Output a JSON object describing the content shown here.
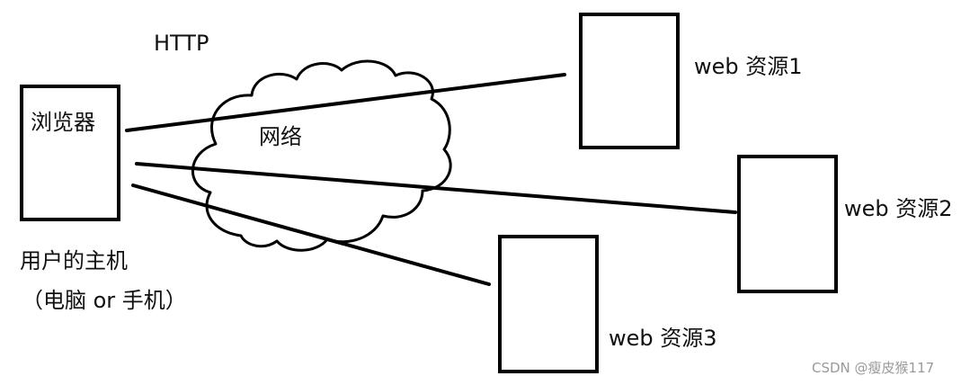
{
  "labels": {
    "protocol": "HTTP",
    "browser": "浏览器",
    "network": "网络",
    "host_line1": "用户的主机",
    "host_line2": "（电脑 or 手机）",
    "resource1": "web 资源1",
    "resource2": "web 资源2",
    "resource3": "web 资源3",
    "watermark": "CSDN @瘦皮猴117"
  },
  "colors": {
    "stroke": "#000000",
    "text": "#111111",
    "watermark": "#9a9a9a",
    "background": "#ffffff"
  }
}
